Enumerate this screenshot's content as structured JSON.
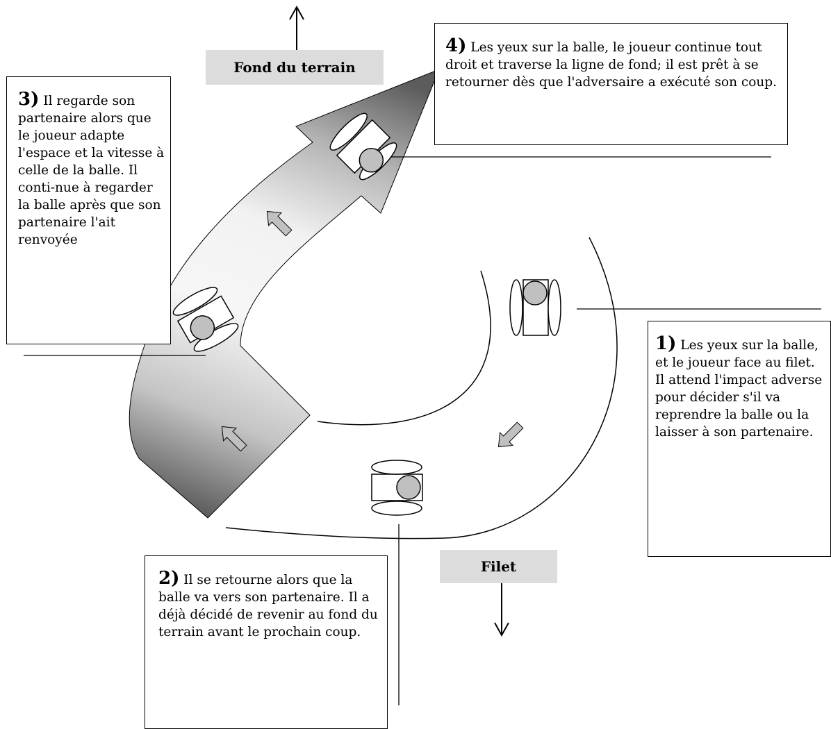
{
  "labels": {
    "back": "Fond du terrain",
    "net": "Filet"
  },
  "steps": [
    {
      "num": "1)",
      "text": "Les yeux sur la balle, et le joueur face au filet. Il attend l'impact adverse pour décider s'il va reprendre la balle ou la laisser à son partenaire."
    },
    {
      "num": "2)",
      "text": "Il se retourne alors que la balle va vers son partenaire. Il a déjà décidé de revenir au fond du terrain avant le prochain coup."
    },
    {
      "num": "3)",
      "text": "Il regarde son partenaire alors que le joueur adapte l'espace et la vitesse à celle de la balle. Il conti-nue à regarder la balle après que son partenaire l'ait renvoyée"
    },
    {
      "num": "4)",
      "text": "Les yeux sur la balle, le joueur continue tout droit et traverse la ligne de fond; il est prêt à se retourner dès que l'adversaire a exécuté son coup."
    }
  ],
  "colors": {
    "arrow_dark": "#5c5c5c",
    "arrow_light": "#f4f4f4",
    "player_ball": "#c0c0c0",
    "label_bg": "#dcdcdc"
  }
}
